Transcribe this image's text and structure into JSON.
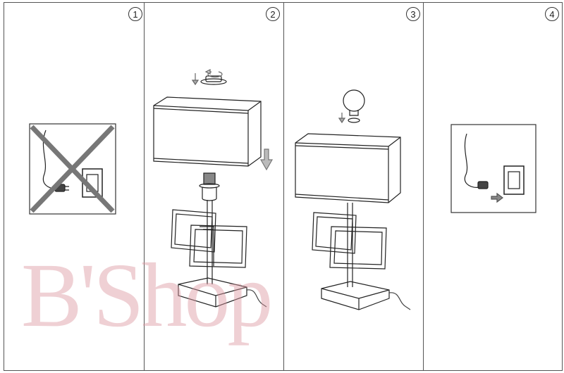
{
  "steps": [
    {
      "number": "1"
    },
    {
      "number": "2"
    },
    {
      "number": "3"
    },
    {
      "number": "4"
    }
  ],
  "watermark": "B'Shop",
  "colors": {
    "line": "#222222",
    "arrow": "#aaaaaa",
    "cross": "#777777",
    "watermark": "#dc96a0"
  }
}
